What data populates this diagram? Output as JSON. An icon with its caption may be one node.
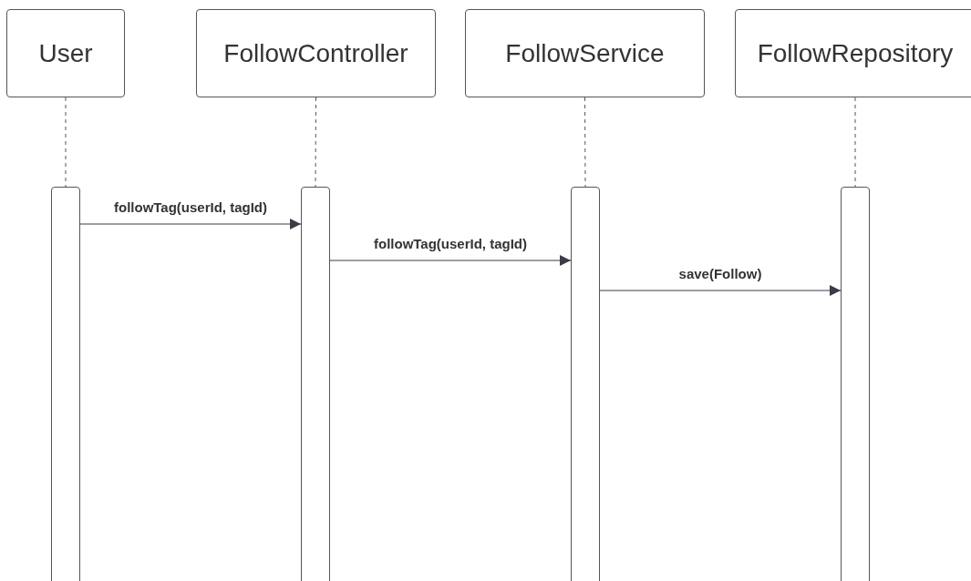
{
  "diagram": {
    "nodes": [
      {
        "text": [
          "User"
        ]
      },
      {
        "text": [
          "FollowController"
        ]
      },
      {
        "text": [
          "FollowService"
        ]
      },
      {
        "text": [
          "FollowRepository"
        ]
      },
      {
        "text": [],
        "shape": "bar"
      },
      {
        "text": [],
        "shape": "bar"
      },
      {
        "text": [],
        "shape": "bar"
      },
      {
        "text": [],
        "shape": "bar"
      }
    ],
    "edges": [
      {
        "from": 0,
        "to": 4,
        "arrow": "none",
        "style": "dashed"
      },
      {
        "from": 1,
        "to": 5,
        "arrow": "none",
        "style": "dashed"
      },
      {
        "from": 2,
        "to": 6,
        "arrow": "none",
        "style": "dashed"
      },
      {
        "from": 3,
        "to": 7,
        "arrow": "none",
        "style": "dashed"
      },
      {
        "from": 4,
        "to": 5,
        "arrow": "to",
        "label": "followTag(userId, tagId)"
      },
      {
        "from": 5,
        "to": 6,
        "arrow": "to",
        "label": "followTag(userId, tagId)"
      },
      {
        "from": 6,
        "to": 7,
        "arrow": "to",
        "label": "save(Follow)"
      }
    ]
  }
}
